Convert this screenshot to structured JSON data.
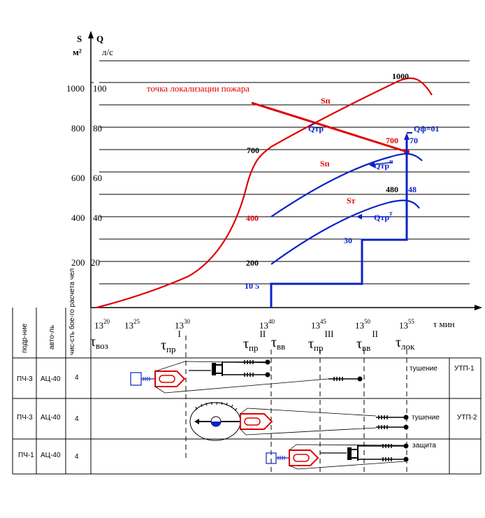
{
  "axes": {
    "s_label": "S",
    "s_unit": "м²",
    "q_label": "Q",
    "q_unit": "л/с",
    "t_label": "τ мин"
  },
  "y_ticks": [
    {
      "s": "1000",
      "q": "100"
    },
    {
      "s": "800",
      "q": "80"
    },
    {
      "s": "600",
      "q": "60"
    },
    {
      "s": "400",
      "q": "40"
    },
    {
      "s": "200",
      "q": "20"
    }
  ],
  "x_ticks": [
    {
      "h": "13",
      "m": "20"
    },
    {
      "h": "13",
      "m": "25"
    },
    {
      "h": "13",
      "m": "30"
    },
    {
      "h": "13",
      "m": "40"
    },
    {
      "h": "13",
      "m": "45"
    },
    {
      "h": "13",
      "m": "50"
    },
    {
      "h": "13",
      "m": "55"
    }
  ],
  "annotations": {
    "localization": "точка локализации пожара",
    "s_p_top": "Sп",
    "s_p_mid": "Sп",
    "s_t": "Sт",
    "q_tr": "Qтр",
    "q_tr_p": "Qтр",
    "q_tr_p_sup": "п",
    "q_tr_t": "Qтр",
    "q_tr_t_sup": "т",
    "q_f": "Qф=01",
    "v1000": "1000",
    "v700": "700",
    "v700r": "700",
    "v70": "70",
    "v480": "480",
    "v48": "48",
    "v400": "400",
    "v200": "200",
    "v30": "30",
    "v105": "10 5"
  },
  "tau_labels": {
    "voz": {
      "t": "τ",
      "sub": "воз"
    },
    "pr1": {
      "t": "τ",
      "sub": "пр",
      "sup": "I"
    },
    "pr2": {
      "t": "τ",
      "sub": "пр",
      "sup": "II"
    },
    "vv1": {
      "t": "τ",
      "sub": "вв"
    },
    "pr3": {
      "t": "τ",
      "sub": "пр",
      "sup": "III"
    },
    "vv2": {
      "t": "τ",
      "sub": "вв",
      "sup": "II"
    },
    "lok": {
      "t": "τ",
      "sub": "лок"
    }
  },
  "table": {
    "headers": [
      "подр-ние",
      "авто-ль",
      "чис-сть бое-го расчета  чел"
    ],
    "rows": [
      {
        "unit": "ПЧ-3",
        "vehicle": "АЦ-40",
        "crew": "4",
        "action": "тушение",
        "site": "УТП-1"
      },
      {
        "unit": "ПЧ-3",
        "vehicle": "АЦ-40",
        "crew": "4",
        "action": "тушение",
        "site": "УТП-2"
      },
      {
        "unit": "ПЧ-1",
        "vehicle": "АЦ-40",
        "crew": "4",
        "action": "защита",
        "site": ""
      }
    ]
  },
  "colors": {
    "area": "#e00000",
    "flow": "#0a22c8",
    "grid": "#000000"
  }
}
